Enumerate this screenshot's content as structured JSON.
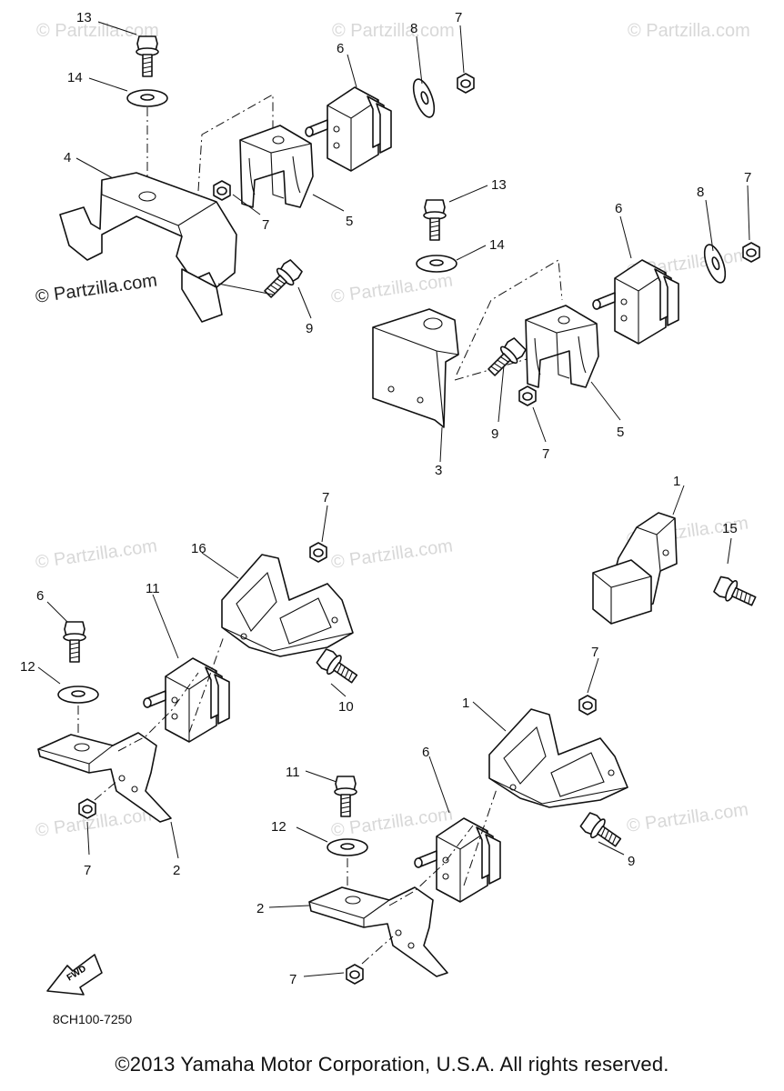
{
  "watermark_text": "© Partzilla.com",
  "diagram_code": "8CH100-7250",
  "fwd_label": "FWD",
  "copyright": "©2013 Yamaha Motor Corporation, U.S.A. All rights reserved.",
  "callouts": [
    {
      "id": "c13a",
      "label": "13"
    },
    {
      "id": "c14a",
      "label": "14"
    },
    {
      "id": "c4",
      "label": "4"
    },
    {
      "id": "c6a",
      "label": "6"
    },
    {
      "id": "c8a",
      "label": "8"
    },
    {
      "id": "c7a",
      "label": "7"
    },
    {
      "id": "c7b",
      "label": "7"
    },
    {
      "id": "c5a",
      "label": "5"
    },
    {
      "id": "c9a",
      "label": "9"
    },
    {
      "id": "c13b",
      "label": "13"
    },
    {
      "id": "c14b",
      "label": "14"
    },
    {
      "id": "c6b",
      "label": "6"
    },
    {
      "id": "c8b",
      "label": "8"
    },
    {
      "id": "c7c",
      "label": "7"
    },
    {
      "id": "c9b",
      "label": "9"
    },
    {
      "id": "c7d",
      "label": "7"
    },
    {
      "id": "c5b",
      "label": "5"
    },
    {
      "id": "c3",
      "label": "3"
    },
    {
      "id": "c7e",
      "label": "7"
    },
    {
      "id": "c1a",
      "label": "1"
    },
    {
      "id": "c15",
      "label": "15"
    },
    {
      "id": "c16",
      "label": "16"
    },
    {
      "id": "c11a",
      "label": "11"
    },
    {
      "id": "c6c",
      "label": "6"
    },
    {
      "id": "c12a",
      "label": "12"
    },
    {
      "id": "c10",
      "label": "10"
    },
    {
      "id": "c7f",
      "label": "7"
    },
    {
      "id": "c2a",
      "label": "2"
    },
    {
      "id": "c7g",
      "label": "7"
    },
    {
      "id": "c1b",
      "label": "1"
    },
    {
      "id": "c6d",
      "label": "6"
    },
    {
      "id": "c11b",
      "label": "11"
    },
    {
      "id": "c12b",
      "label": "12"
    },
    {
      "id": "c9c",
      "label": "9"
    },
    {
      "id": "c2b",
      "label": "2"
    },
    {
      "id": "c7h",
      "label": "7"
    }
  ]
}
